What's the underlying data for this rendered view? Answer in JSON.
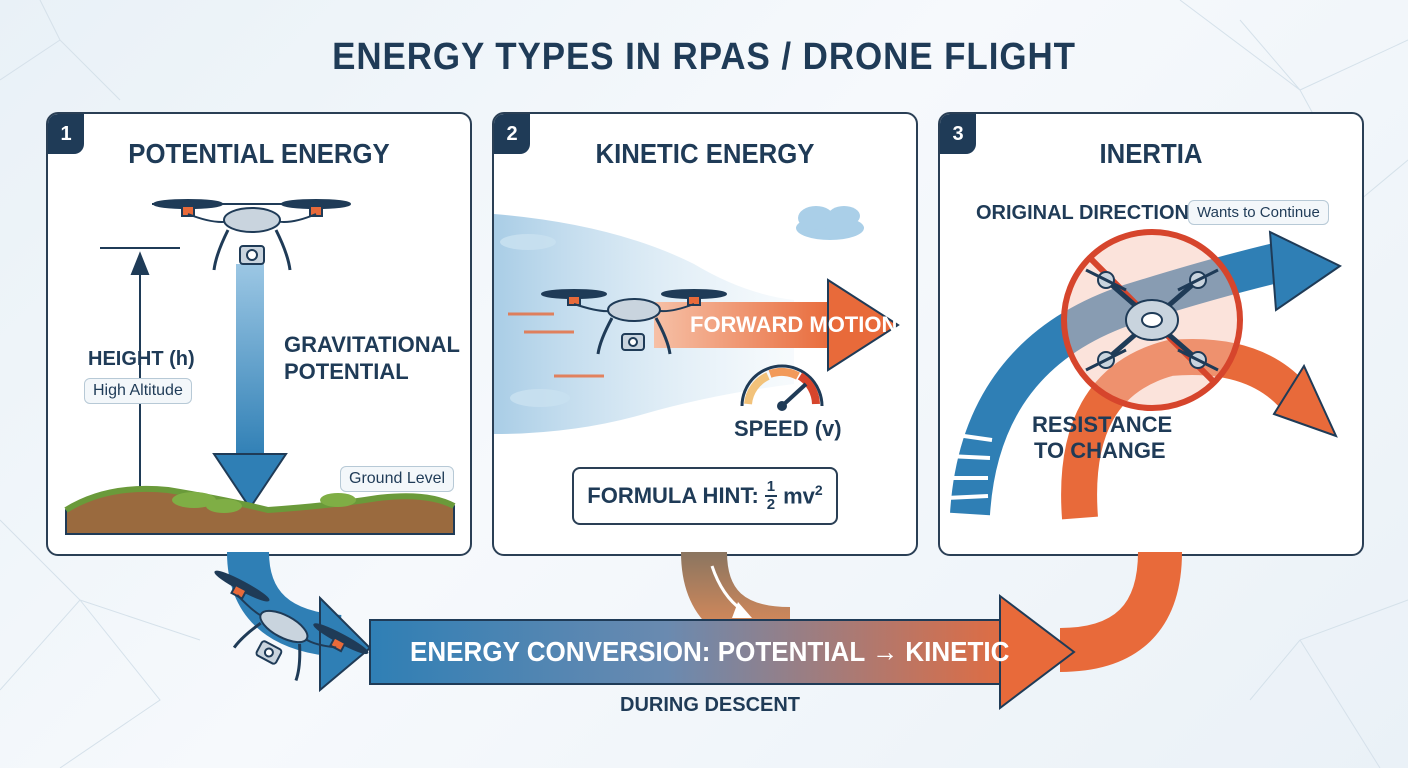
{
  "title": "ENERGY TYPES IN RPAS / DRONE FLIGHT",
  "panels": [
    {
      "number": "1",
      "title": "POTENTIAL ENERGY",
      "height_label": "HEIGHT (h)",
      "height_tag": "High Altitude",
      "gravity_label_line1": "GRAVITATIONAL",
      "gravity_label_line2": "POTENTIAL",
      "ground_tag": "Ground Level"
    },
    {
      "number": "2",
      "title": "KINETIC ENERGY",
      "motion_label": "FORWARD MOTION",
      "speed_label": "SPEED (v)",
      "formula_prefix": "FORMULA HINT:",
      "formula_num": "1",
      "formula_den": "2",
      "formula_var": "mv",
      "formula_exp": "2"
    },
    {
      "number": "3",
      "title": "INERTIA",
      "direction_label": "ORIGINAL DIRECTION",
      "direction_tag": "Wants to Continue",
      "resistance_line1": "RESISTANCE",
      "resistance_line2": "TO CHANGE"
    }
  ],
  "conversion": {
    "label": "ENERGY CONVERSION: POTENTIAL → KINETIC",
    "sublabel": "DURING DESCENT"
  },
  "colors": {
    "navy": "#1f3b57",
    "blue": "#2f7fb5",
    "orange": "#e86a3a",
    "green": "#6a9a3a",
    "brown": "#9a6a3e"
  }
}
